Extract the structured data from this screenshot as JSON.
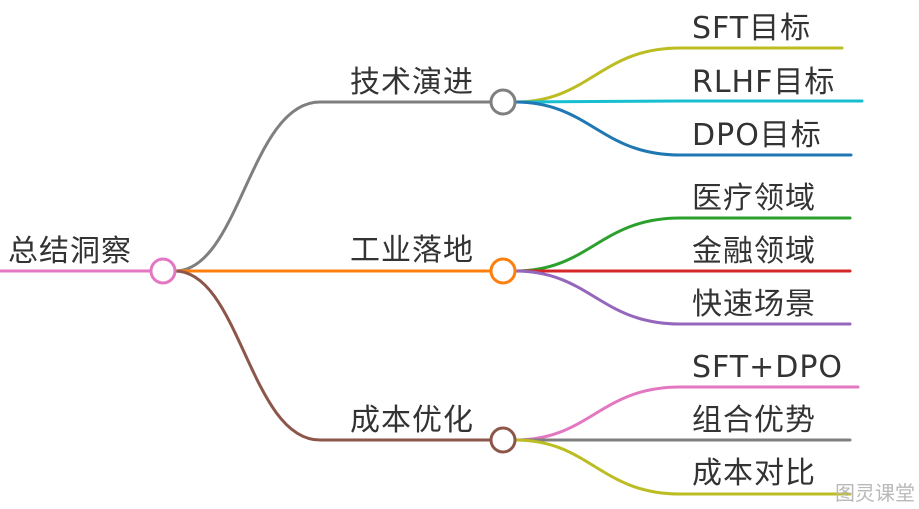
{
  "root": {
    "label": "总结洞察",
    "color": "#e377c2"
  },
  "branches": [
    {
      "label": "技术演进",
      "color": "#7f7f7f",
      "children": [
        {
          "label": "SFT目标",
          "color": "#bcbd22"
        },
        {
          "label": "RLHF目标",
          "color": "#17becf"
        },
        {
          "label": "DPO目标",
          "color": "#1f77b4"
        }
      ]
    },
    {
      "label": "工业落地",
      "color": "#ff7f0e",
      "children": [
        {
          "label": "医疗领域",
          "color": "#2ca02c"
        },
        {
          "label": "金融领域",
          "color": "#d62728"
        },
        {
          "label": "快速场景",
          "color": "#9467bd"
        }
      ]
    },
    {
      "label": "成本优化",
      "color": "#8c564b",
      "children": [
        {
          "label": "SFT+DPO",
          "color": "#e377c2"
        },
        {
          "label": "组合优势",
          "color": "#7f7f7f"
        },
        {
          "label": "成本对比",
          "color": "#bcbd22"
        }
      ]
    }
  ],
  "watermark": "图灵课堂"
}
